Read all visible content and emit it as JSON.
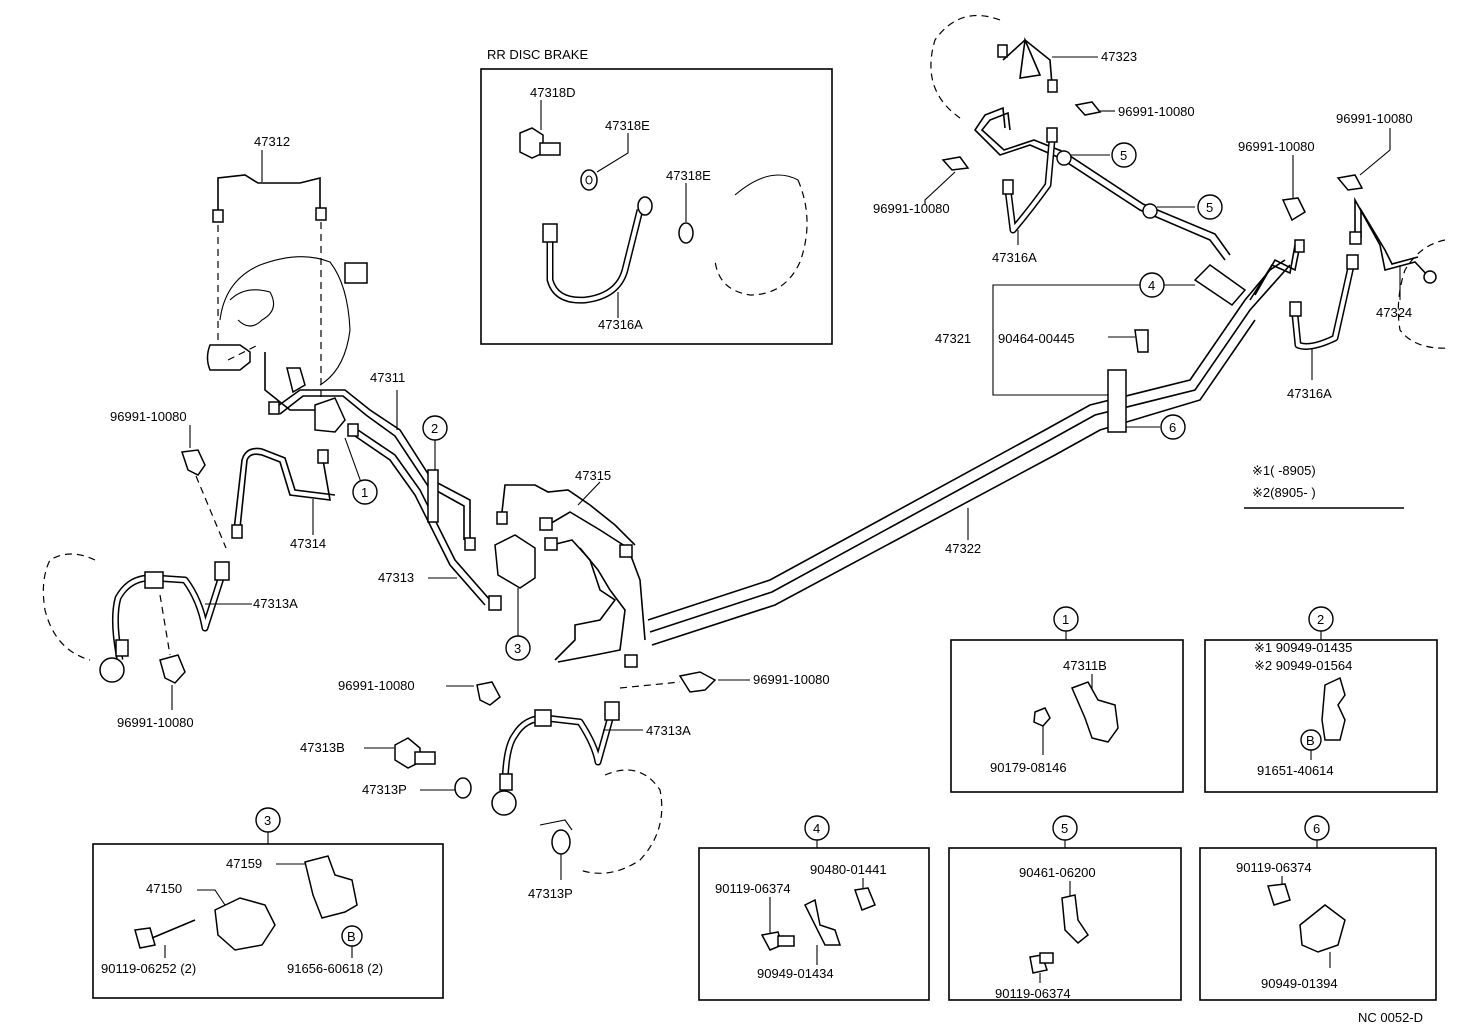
{
  "section_title": "RR DISC BRAKE",
  "parts": {
    "p47312": "47312",
    "p47311": "47311",
    "p47313_top": "47313",
    "p47314": "47314",
    "p96991_left_top": "96991-10080",
    "p47313A_left": "47313A",
    "p96991_left_bottom": "96991-10080",
    "p47315": "47315",
    "p96991_mid_left": "96991-10080",
    "p96991_mid_right": "96991-10080",
    "p47313B": "47313B",
    "p47313A_mid": "47313A",
    "p47313P_left": "47313P",
    "p47313P_bottom": "47313P",
    "p47322": "47322",
    "p47321": "47321",
    "p90464": "90464-00445",
    "p47323": "47323",
    "p96991_top_right": "96991-10080",
    "p96991_mid_top": "96991-10080",
    "p47316A_top": "47316A",
    "p96991_far_right_a": "96991-10080",
    "p96991_far_right_b": "96991-10080",
    "p47324": "47324",
    "p47316A_right": "47316A",
    "rr_47318D": "47318D",
    "rr_47318E_a": "47318E",
    "rr_47318E_b": "47318E",
    "rr_47316A": "47316A"
  },
  "legend": {
    "line1": "※1(          -8905)",
    "line2": "※2(8905-          )"
  },
  "callouts": {
    "c1": "1",
    "c2": "2",
    "c3": "3",
    "c4": "4",
    "c5a": "5",
    "c5b": "5",
    "c6": "6",
    "box1": "1",
    "box2": "2",
    "box3": "3",
    "box4": "4",
    "box5": "5",
    "box6": "6",
    "box2_b": "B",
    "box3_b": "B"
  },
  "detail_boxes": {
    "box1": {
      "a": "47311B",
      "b": "90179-08146"
    },
    "box2": {
      "a": "※1 90949-01435",
      "b": "※2 90949-01564",
      "c": "91651-40614"
    },
    "box3": {
      "a": "47159",
      "b": "47150",
      "c": "90119-06252 (2)",
      "d": "91656-60618 (2)"
    },
    "box4": {
      "a": "90480-01441",
      "b": "90119-06374",
      "c": "90949-01434"
    },
    "box5": {
      "a": "90461-06200",
      "b": "90119-06374"
    },
    "box6": {
      "a": "90119-06374",
      "b": "90949-01394"
    }
  },
  "footer_code": "NC 0052-D"
}
